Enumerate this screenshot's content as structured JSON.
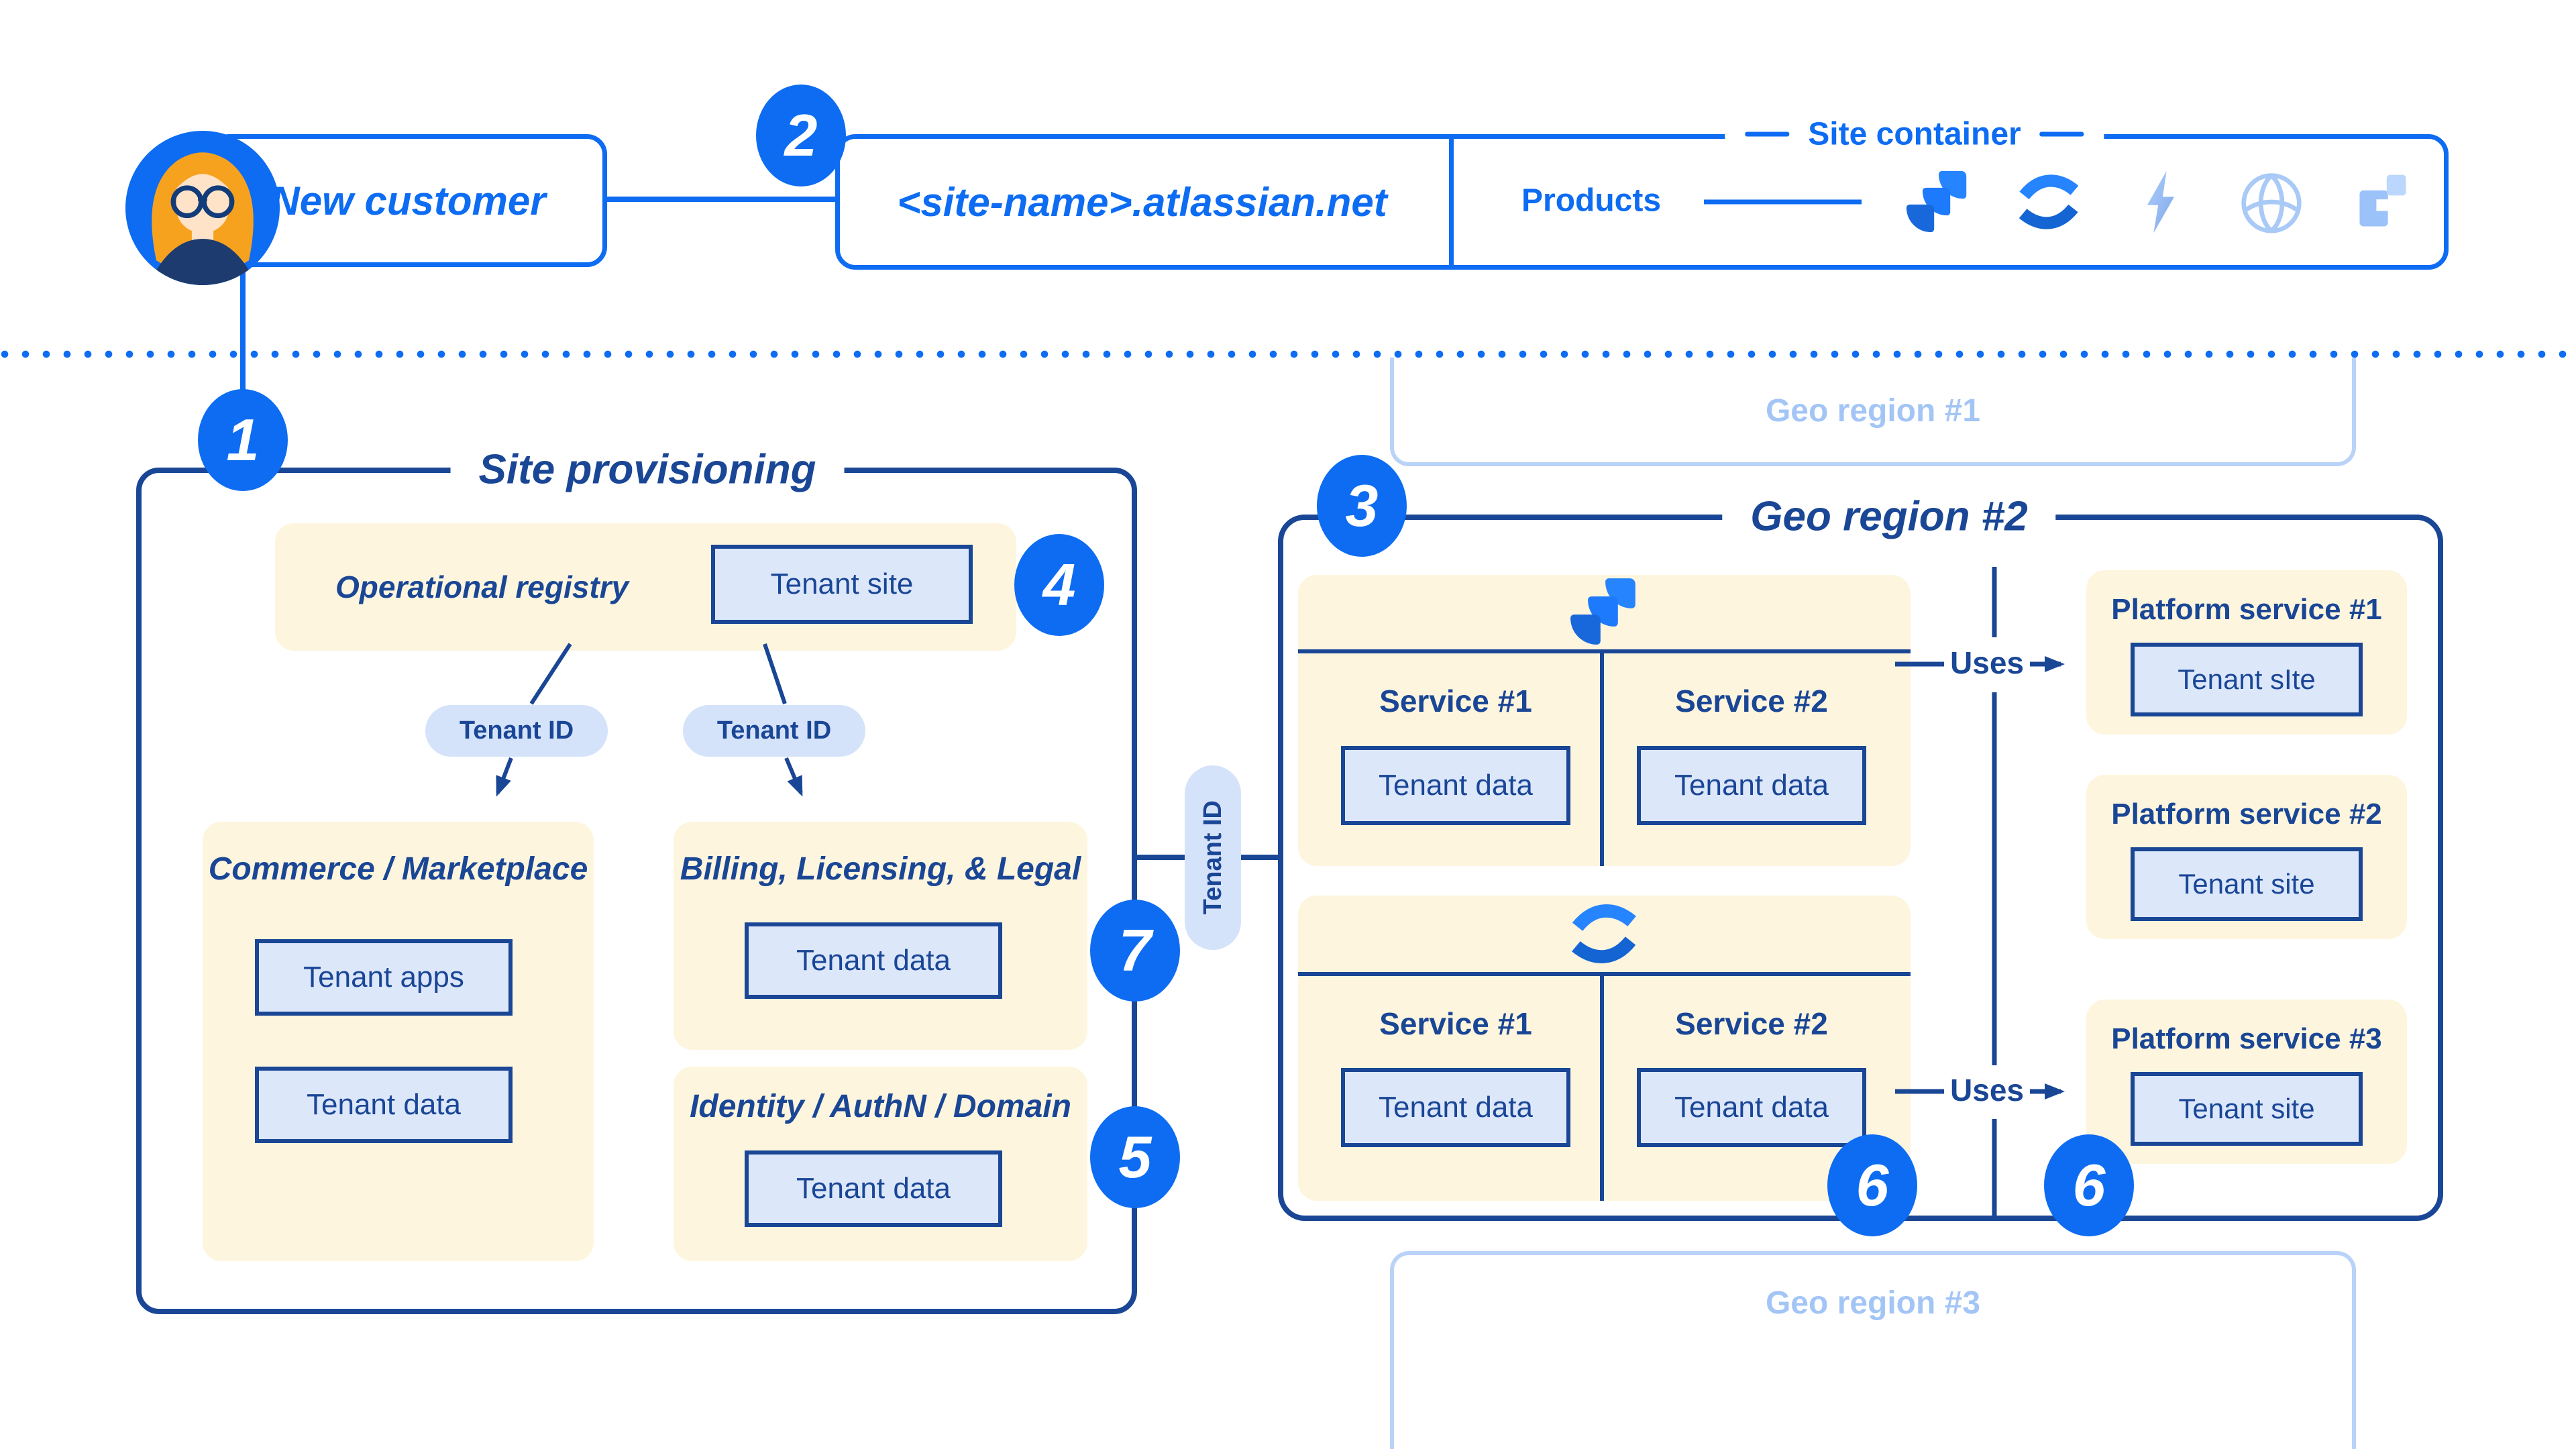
{
  "top": {
    "new_customer_label": "New customer",
    "badge_2": "2",
    "site_name": "<site-name>.atlassian.net",
    "site_container_label": "Site container",
    "products_label": "Products",
    "product_icons": [
      "jira-icon",
      "confluence-icon",
      "bolt-icon",
      "globe-icon",
      "squares-icon"
    ]
  },
  "site_provisioning": {
    "badge_1": "1",
    "title": "Site provisioning",
    "operational_registry_title": "Operational registry",
    "tenant_site": "Tenant site",
    "badge_4": "4",
    "tenant_id_pill_left": "Tenant ID",
    "tenant_id_pill_right": "Tenant ID",
    "commerce_title": "Commerce / Marketplace",
    "tenant_apps": "Tenant apps",
    "commerce_tenant_data": "Tenant data",
    "billing_title": "Billing, Licensing, & Legal",
    "billing_tenant_data": "Tenant data",
    "badge_7": "7",
    "identity_title": "Identity / AuthN / Domain",
    "identity_tenant_data": "Tenant data",
    "badge_5": "5"
  },
  "connector_pill": "Tenant ID",
  "geo_region_1": {
    "label": "Geo region #1"
  },
  "geo_region_2": {
    "badge_3": "3",
    "title": "Geo region #2",
    "jira_group": {
      "service_1": "Service #1",
      "service_2": "Service #2",
      "tenant_data_1": "Tenant data",
      "tenant_data_2": "Tenant data"
    },
    "confluence_group": {
      "service_1": "Service #1",
      "service_2": "Service #2",
      "tenant_data_1": "Tenant data",
      "tenant_data_2": "Tenant data",
      "badge_6": "6"
    },
    "uses_label_1": "Uses",
    "uses_label_2": "Uses",
    "platform_services": [
      {
        "title": "Platform service #1",
        "tenant_site": "Tenant sIte"
      },
      {
        "title": "Platform service #2",
        "tenant_site": "Tenant site"
      },
      {
        "title": "Platform service #3",
        "tenant_site": "Tenant site",
        "badge_6": "6"
      }
    ]
  },
  "geo_region_3": {
    "label": "Geo region #3"
  },
  "colors": {
    "bright_blue": "#0D6CF2",
    "navy": "#1A4696",
    "cream": "#FDF5DD",
    "light_box_fill": "#DCE7FA",
    "pill_fill": "#D5E3FA",
    "faded_border": "#B9D3F8",
    "faded_text": "#A3C5F6"
  }
}
